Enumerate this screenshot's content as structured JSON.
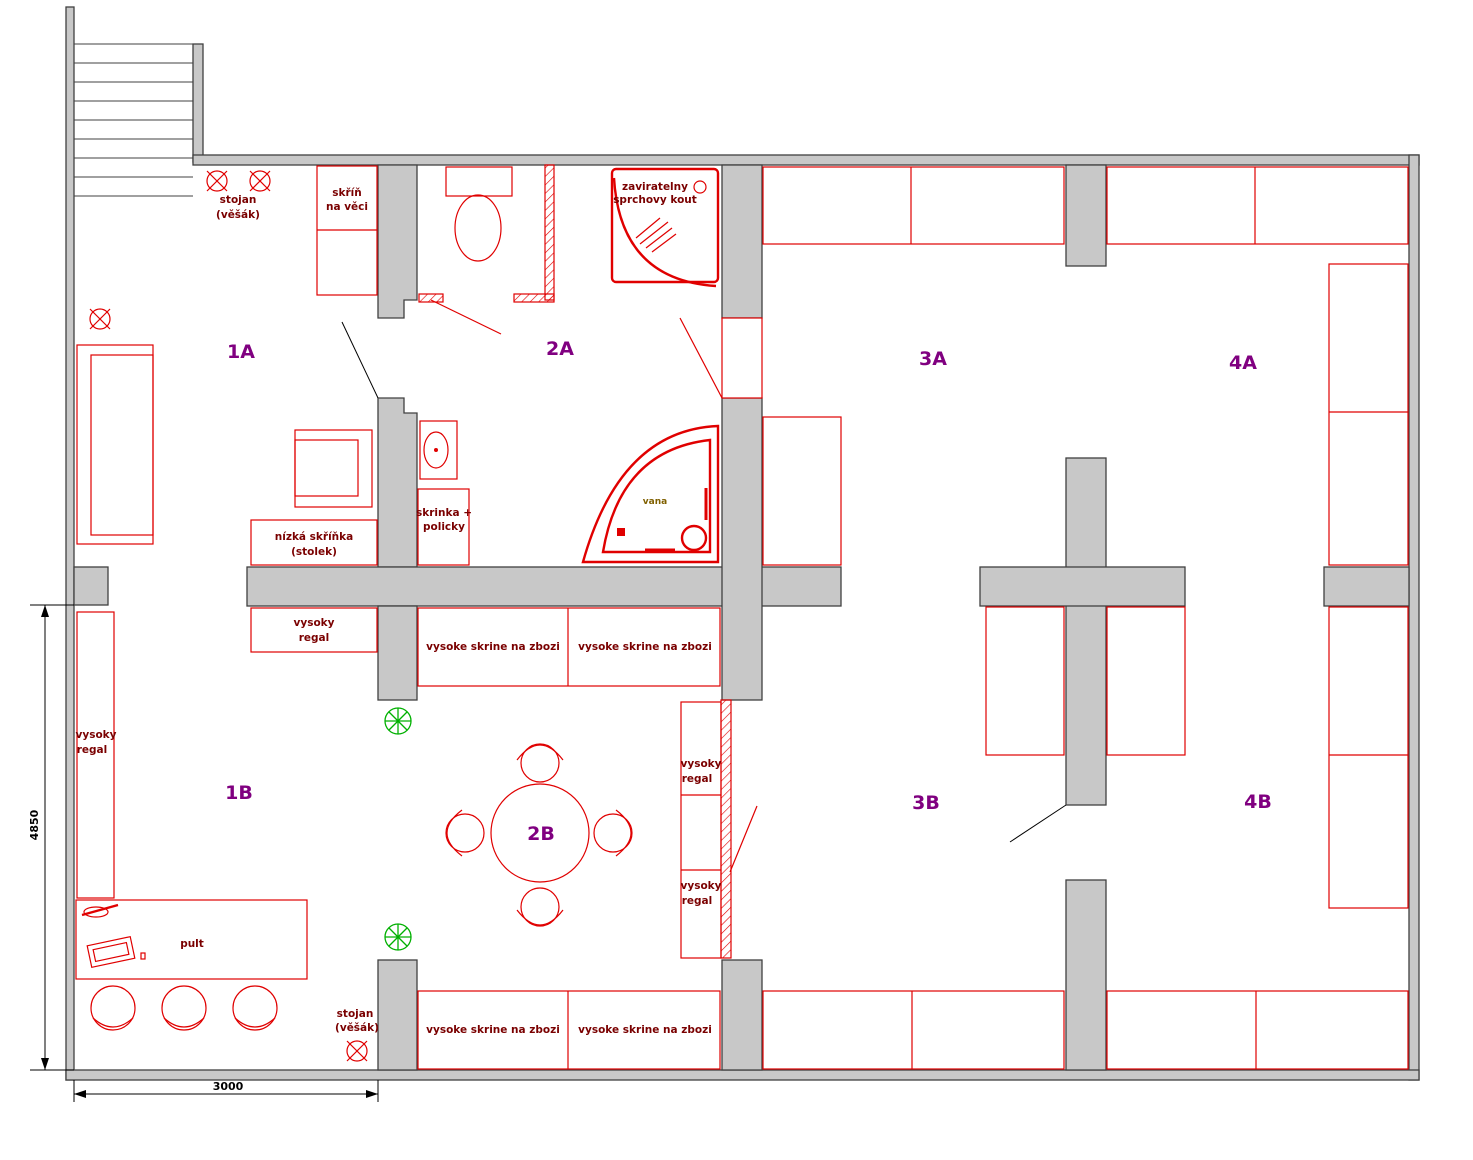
{
  "rooms": {
    "r1a": "1A",
    "r1b": "1B",
    "r2a": "2A",
    "r2b": "2B",
    "r3a": "3A",
    "r3b": "3B",
    "r4a": "4A",
    "r4b": "4B"
  },
  "labels": {
    "stojan_top": "stojan",
    "stojan_top_sub": "(věšák)",
    "skrin_1": "skříň",
    "skrin_2": "na věci",
    "kout_1": "zaviratelny",
    "kout_2": "sprchovy kout",
    "vana": "vana",
    "skrinka_1": "skrinka +",
    "skrinka_2": "policky",
    "niska_1": "nízká skříňka",
    "niska_2": "(stolek)",
    "regal_a_1": "vysoky",
    "regal_a_2": "regal",
    "regal_b_1": "vysoky",
    "regal_b_2": "regal",
    "regal_c_1": "vysoky",
    "regal_c_2": "regal",
    "regal_d_1": "vysoky",
    "regal_d_2": "regal",
    "skrine_1": "vysoke skrine na zbozi",
    "skrine_2": "vysoke skrine na zbozi",
    "skrine_3": "vysoke skrine na zbozi",
    "skrine_4": "vysoke skrine na zbozi",
    "pult": "pult",
    "stojan_bottom": "stojan",
    "stojan_bottom_sub": "(věšák)"
  },
  "dimensions": {
    "width": "3000",
    "height": "4850"
  },
  "colors": {
    "wall": "#c8c8c8",
    "furniture": "#e00000",
    "room_label": "#800080",
    "light": "#00b000"
  }
}
